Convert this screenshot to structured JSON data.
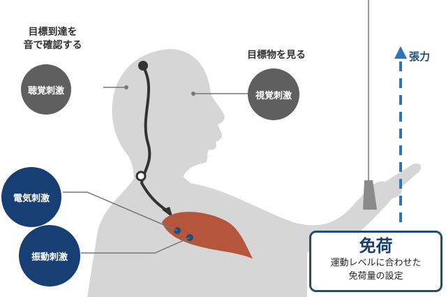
{
  "labels": {
    "hearing_caption_line1": "目標到達を",
    "hearing_caption_line2": "音で確認する",
    "vision_caption": "目標物を見る",
    "tension": "張力"
  },
  "stimuli": {
    "hearing": "聴覚刺激",
    "vision": "視覚刺激",
    "electric": "電気刺激",
    "vibration": "振動刺激"
  },
  "offload_box": {
    "title": "免荷",
    "line1": "運動レベルに合わせた",
    "line2": "免荷量の設定"
  },
  "colors": {
    "silhouette": "#d6d6d6",
    "gray_circle": "#5f5f5f",
    "navy_circle": "#173f73",
    "accent_blue": "#1f4e79",
    "dashed_arrow": "#2e75b6",
    "muscle": "#b5553c"
  }
}
